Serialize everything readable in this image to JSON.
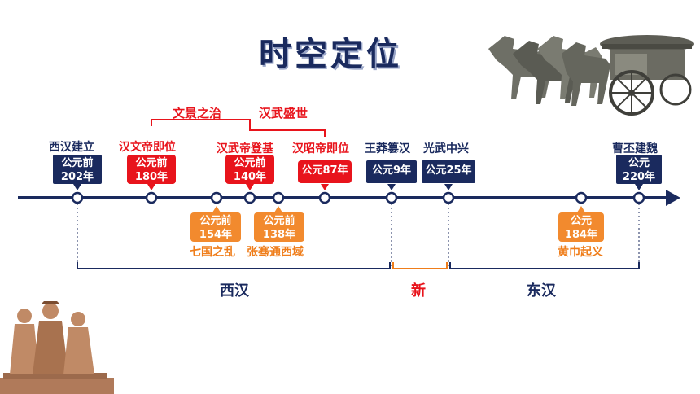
{
  "title": "时空定位",
  "colors": {
    "navy": "#1a2a5e",
    "red": "#e8141c",
    "orange": "#ef7d1a",
    "axis": "#1a2a5e"
  },
  "events_top": [
    {
      "label": "西汉建立",
      "date": "公元前\n202年",
      "color": "navy"
    },
    {
      "label": "汉文帝即位",
      "date": "公元前\n180年",
      "color": "red"
    },
    {
      "label": "汉武帝登基",
      "date": "公元前\n140年",
      "color": "red"
    },
    {
      "label": "汉昭帝即位",
      "date": "公元87年",
      "color": "red"
    },
    {
      "label": "王莽篡汉",
      "date": "公元9年",
      "color": "navy"
    },
    {
      "label": "光武中兴",
      "date": "公元25年",
      "color": "navy"
    },
    {
      "label": "曹丕建魏",
      "date": "公元\n220年",
      "color": "navy"
    }
  ],
  "events_bottom": [
    {
      "label": "七国之乱",
      "date": "公元前\n154年"
    },
    {
      "label": "张骞通西域",
      "date": "公元前\n138年"
    },
    {
      "label": "黄巾起义",
      "date": "公元\n184年"
    }
  ],
  "eras_top": [
    {
      "label": "文景之治"
    },
    {
      "label": "汉武盛世"
    }
  ],
  "periods": [
    {
      "label": "西汉",
      "color": "navy"
    },
    {
      "label": "新",
      "color": "red"
    },
    {
      "label": "东汉",
      "color": "navy"
    }
  ],
  "images": [
    {
      "icon": "terracotta-chariot-image"
    },
    {
      "icon": "han-figures-statue-image"
    }
  ]
}
